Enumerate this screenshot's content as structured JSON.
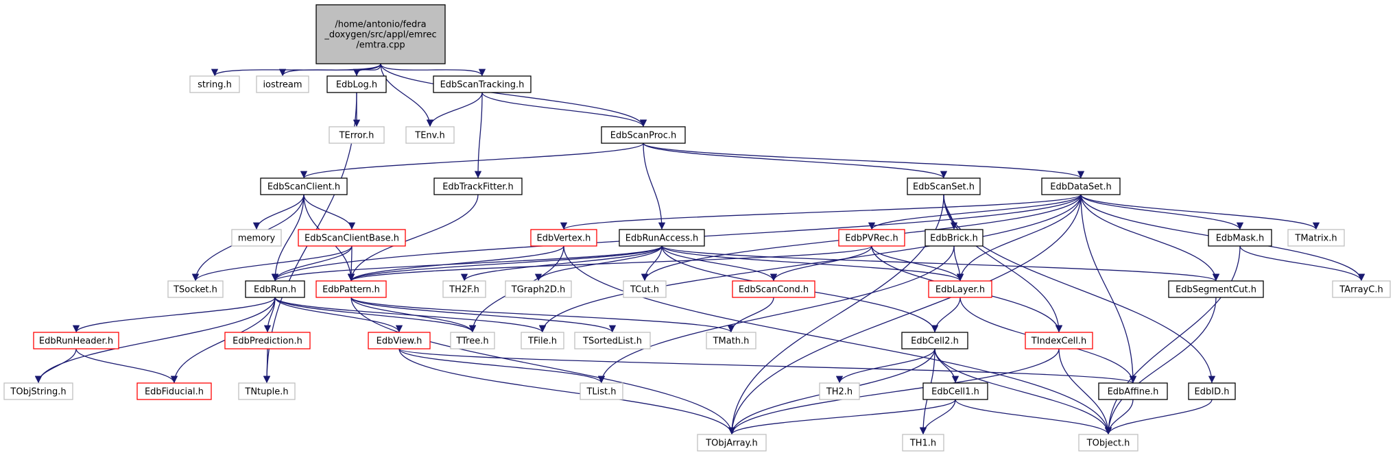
{
  "colors": {
    "edge": "#191970",
    "border_documented": "#000000",
    "border_truncated": "#ff0000",
    "border_external": "#bfbfbf",
    "root_fill": "#bfbfbf"
  },
  "nodes": [
    {
      "id": "root",
      "style": "root",
      "lines": [
        "/home/antonio/fedra",
        "_doxygen/src/appl/emrec",
        "/emtra.cpp"
      ]
    },
    {
      "id": "string_h",
      "style": "grey",
      "lines": [
        "string.h"
      ]
    },
    {
      "id": "iostream",
      "style": "grey",
      "lines": [
        "iostream"
      ]
    },
    {
      "id": "EdbLog_h",
      "style": "black",
      "lines": [
        "EdbLog.h"
      ]
    },
    {
      "id": "EdbScanTracking_h",
      "style": "black",
      "lines": [
        "EdbScanTracking.h"
      ]
    },
    {
      "id": "TError_h",
      "style": "grey",
      "lines": [
        "TError.h"
      ]
    },
    {
      "id": "TEnv_h",
      "style": "grey",
      "lines": [
        "TEnv.h"
      ]
    },
    {
      "id": "EdbScanProc_h",
      "style": "black",
      "lines": [
        "EdbScanProc.h"
      ]
    },
    {
      "id": "EdbScanClient_h",
      "style": "black",
      "lines": [
        "EdbScanClient.h"
      ]
    },
    {
      "id": "EdbTrackFitter_h",
      "style": "black",
      "lines": [
        "EdbTrackFitter.h"
      ]
    },
    {
      "id": "EdbScanSet_h",
      "style": "black",
      "lines": [
        "EdbScanSet.h"
      ]
    },
    {
      "id": "EdbDataSet_h",
      "style": "black",
      "lines": [
        "EdbDataSet.h"
      ]
    },
    {
      "id": "memory",
      "style": "grey",
      "lines": [
        "memory"
      ]
    },
    {
      "id": "EdbScanClientBase_h",
      "style": "red",
      "lines": [
        "EdbScanClientBase.h"
      ]
    },
    {
      "id": "EdbVertex_h",
      "style": "red",
      "lines": [
        "EdbVertex.h"
      ]
    },
    {
      "id": "EdbRunAccess_h",
      "style": "black",
      "lines": [
        "EdbRunAccess.h"
      ]
    },
    {
      "id": "EdbPVRec_h",
      "style": "red",
      "lines": [
        "EdbPVRec.h"
      ]
    },
    {
      "id": "EdbBrick_h",
      "style": "black",
      "lines": [
        "EdbBrick.h"
      ]
    },
    {
      "id": "EdbMask_h",
      "style": "black",
      "lines": [
        "EdbMask.h"
      ]
    },
    {
      "id": "TMatrix_h",
      "style": "grey",
      "lines": [
        "TMatrix.h"
      ]
    },
    {
      "id": "TSocket_h",
      "style": "grey",
      "lines": [
        "TSocket.h"
      ]
    },
    {
      "id": "EdbRun_h",
      "style": "black",
      "lines": [
        "EdbRun.h"
      ]
    },
    {
      "id": "EdbPattern_h",
      "style": "red",
      "lines": [
        "EdbPattern.h"
      ]
    },
    {
      "id": "TH2F_h",
      "style": "grey",
      "lines": [
        "TH2F.h"
      ]
    },
    {
      "id": "TGraph2D_h",
      "style": "grey",
      "lines": [
        "TGraph2D.h"
      ]
    },
    {
      "id": "TCut_h",
      "style": "grey",
      "lines": [
        "TCut.h"
      ]
    },
    {
      "id": "EdbScanCond_h",
      "style": "red",
      "lines": [
        "EdbScanCond.h"
      ]
    },
    {
      "id": "EdbLayer_h",
      "style": "red",
      "lines": [
        "EdbLayer.h"
      ]
    },
    {
      "id": "EdbSegmentCut_h",
      "style": "black",
      "lines": [
        "EdbSegmentCut.h"
      ]
    },
    {
      "id": "TArrayC_h",
      "style": "grey",
      "lines": [
        "TArrayC.h"
      ]
    },
    {
      "id": "EdbRunHeader_h",
      "style": "red",
      "lines": [
        "EdbRunHeader.h"
      ]
    },
    {
      "id": "EdbPrediction_h",
      "style": "red",
      "lines": [
        "EdbPrediction.h"
      ]
    },
    {
      "id": "EdbView_h",
      "style": "red",
      "lines": [
        "EdbView.h"
      ]
    },
    {
      "id": "TTree_h",
      "style": "grey",
      "lines": [
        "TTree.h"
      ]
    },
    {
      "id": "TFile_h",
      "style": "grey",
      "lines": [
        "TFile.h"
      ]
    },
    {
      "id": "TSortedList_h",
      "style": "grey",
      "lines": [
        "TSortedList.h"
      ]
    },
    {
      "id": "TMath_h",
      "style": "grey",
      "lines": [
        "TMath.h"
      ]
    },
    {
      "id": "EdbCell2_h",
      "style": "black",
      "lines": [
        "EdbCell2.h"
      ]
    },
    {
      "id": "TIndexCell_h",
      "style": "red",
      "lines": [
        "TIndexCell.h"
      ]
    },
    {
      "id": "TObjString_h",
      "style": "grey",
      "lines": [
        "TObjString.h"
      ]
    },
    {
      "id": "EdbFiducial_h",
      "style": "red",
      "lines": [
        "EdbFiducial.h"
      ]
    },
    {
      "id": "TNtuple_h",
      "style": "grey",
      "lines": [
        "TNtuple.h"
      ]
    },
    {
      "id": "TList_h",
      "style": "grey",
      "lines": [
        "TList.h"
      ]
    },
    {
      "id": "TH2_h",
      "style": "grey",
      "lines": [
        "TH2.h"
      ]
    },
    {
      "id": "EdbCell1_h",
      "style": "black",
      "lines": [
        "EdbCell1.h"
      ]
    },
    {
      "id": "EdbAffine_h",
      "style": "black",
      "lines": [
        "EdbAffine.h"
      ]
    },
    {
      "id": "EdbID_h",
      "style": "black",
      "lines": [
        "EdbID.h"
      ]
    },
    {
      "id": "TObjArray_h",
      "style": "grey",
      "lines": [
        "TObjArray.h"
      ]
    },
    {
      "id": "TH1_h",
      "style": "grey",
      "lines": [
        "TH1.h"
      ]
    },
    {
      "id": "TObject_h",
      "style": "grey",
      "lines": [
        "TObject.h"
      ]
    }
  ],
  "edges": [
    [
      "root",
      "string_h"
    ],
    [
      "root",
      "iostream"
    ],
    [
      "root",
      "EdbLog_h"
    ],
    [
      "root",
      "TEnv_h"
    ],
    [
      "root",
      "EdbScanTracking_h"
    ],
    [
      "root",
      "EdbScanProc_h"
    ],
    [
      "EdbLog_h",
      "TError_h"
    ],
    [
      "EdbLog_h",
      "TNtuple_h"
    ],
    [
      "EdbScanTracking_h",
      "TEnv_h"
    ],
    [
      "EdbScanTracking_h",
      "EdbScanProc_h"
    ],
    [
      "EdbScanTracking_h",
      "EdbTrackFitter_h"
    ],
    [
      "EdbScanProc_h",
      "EdbScanClient_h"
    ],
    [
      "EdbScanProc_h",
      "EdbRunAccess_h"
    ],
    [
      "EdbScanProc_h",
      "EdbScanSet_h"
    ],
    [
      "EdbScanProc_h",
      "EdbDataSet_h"
    ],
    [
      "EdbScanClient_h",
      "memory"
    ],
    [
      "EdbScanClient_h",
      "EdbScanClientBase_h"
    ],
    [
      "EdbScanClient_h",
      "TSocket_h"
    ],
    [
      "EdbScanClient_h",
      "EdbRun_h"
    ],
    [
      "EdbScanClient_h",
      "EdbPattern_h"
    ],
    [
      "EdbTrackFitter_h",
      "EdbPattern_h"
    ],
    [
      "EdbScanClientBase_h",
      "TSocket_h"
    ],
    [
      "EdbScanClientBase_h",
      "EdbRun_h"
    ],
    [
      "EdbScanClientBase_h",
      "EdbPattern_h"
    ],
    [
      "EdbVertex_h",
      "EdbPattern_h"
    ],
    [
      "EdbVertex_h",
      "TTree_h"
    ],
    [
      "EdbVertex_h",
      "TObject_h"
    ],
    [
      "EdbRunAccess_h",
      "EdbRun_h"
    ],
    [
      "EdbRunAccess_h",
      "EdbPattern_h"
    ],
    [
      "EdbRunAccess_h",
      "TH2F_h"
    ],
    [
      "EdbRunAccess_h",
      "TGraph2D_h"
    ],
    [
      "EdbRunAccess_h",
      "TCut_h"
    ],
    [
      "EdbRunAccess_h",
      "EdbScanCond_h"
    ],
    [
      "EdbRunAccess_h",
      "EdbLayer_h"
    ],
    [
      "EdbRunAccess_h",
      "EdbSegmentCut_h"
    ],
    [
      "EdbRunAccess_h",
      "EdbCell2_h"
    ],
    [
      "EdbScanSet_h",
      "EdbBrick_h"
    ],
    [
      "EdbScanSet_h",
      "TIndexCell_h"
    ],
    [
      "EdbScanSet_h",
      "EdbID_h"
    ],
    [
      "EdbScanSet_h",
      "TObjArray_h"
    ],
    [
      "EdbDataSet_h",
      "EdbVertex_h"
    ],
    [
      "EdbDataSet_h",
      "EdbPVRec_h"
    ],
    [
      "EdbDataSet_h",
      "EdbMask_h"
    ],
    [
      "EdbDataSet_h",
      "TMatrix_h"
    ],
    [
      "EdbDataSet_h",
      "TArrayC_h"
    ],
    [
      "EdbDataSet_h",
      "EdbSegmentCut_h"
    ],
    [
      "EdbDataSet_h",
      "EdbLayer_h"
    ],
    [
      "EdbDataSet_h",
      "EdbAffine_h"
    ],
    [
      "EdbDataSet_h",
      "EdbRun_h"
    ],
    [
      "EdbDataSet_h",
      "TCut_h"
    ],
    [
      "EdbDataSet_h",
      "TFile_h"
    ],
    [
      "EdbDataSet_h",
      "TObjArray_h"
    ],
    [
      "EdbPVRec_h",
      "EdbPattern_h"
    ],
    [
      "EdbPVRec_h",
      "EdbScanCond_h"
    ],
    [
      "EdbPVRec_h",
      "EdbLayer_h"
    ],
    [
      "EdbPVRec_h",
      "TIndexCell_h"
    ],
    [
      "EdbBrick_h",
      "EdbLayer_h"
    ],
    [
      "EdbBrick_h",
      "TList_h"
    ],
    [
      "EdbMask_h",
      "TArrayC_h"
    ],
    [
      "EdbMask_h",
      "TObject_h"
    ],
    [
      "EdbRun_h",
      "TObjString_h"
    ],
    [
      "EdbRun_h",
      "EdbRunHeader_h"
    ],
    [
      "EdbRun_h",
      "EdbFiducial_h"
    ],
    [
      "EdbRun_h",
      "EdbPrediction_h"
    ],
    [
      "EdbRun_h",
      "EdbView_h"
    ],
    [
      "EdbRun_h",
      "TTree_h"
    ],
    [
      "EdbRun_h",
      "TFile_h"
    ],
    [
      "EdbPattern_h",
      "TTree_h"
    ],
    [
      "EdbPattern_h",
      "TSortedList_h"
    ],
    [
      "EdbPattern_h",
      "TMath_h"
    ],
    [
      "EdbPattern_h",
      "TObjArray_h"
    ],
    [
      "EdbScanCond_h",
      "TMath_h"
    ],
    [
      "EdbLayer_h",
      "EdbCell2_h"
    ],
    [
      "EdbLayer_h",
      "EdbAffine_h"
    ],
    [
      "EdbSegmentCut_h",
      "TObject_h"
    ],
    [
      "EdbRunHeader_h",
      "TObjString_h"
    ],
    [
      "EdbRunHeader_h",
      "EdbFiducial_h"
    ],
    [
      "EdbPrediction_h",
      "TNtuple_h"
    ],
    [
      "EdbView_h",
      "TList_h"
    ],
    [
      "EdbView_h",
      "EdbAffine_h"
    ],
    [
      "EdbView_h",
      "TObjArray_h"
    ],
    [
      "EdbCell2_h",
      "TH2_h"
    ],
    [
      "EdbCell2_h",
      "EdbCell1_h"
    ],
    [
      "EdbCell2_h",
      "TH1_h"
    ],
    [
      "EdbCell2_h",
      "TObjArray_h"
    ],
    [
      "EdbCell2_h",
      "TObject_h"
    ],
    [
      "TIndexCell_h",
      "TObjArray_h"
    ],
    [
      "TIndexCell_h",
      "TObject_h"
    ],
    [
      "EdbCell1_h",
      "TH1_h"
    ],
    [
      "EdbCell1_h",
      "TObjArray_h"
    ],
    [
      "EdbCell1_h",
      "TObject_h"
    ],
    [
      "EdbAffine_h",
      "TObject_h"
    ],
    [
      "EdbID_h",
      "TObject_h"
    ]
  ]
}
